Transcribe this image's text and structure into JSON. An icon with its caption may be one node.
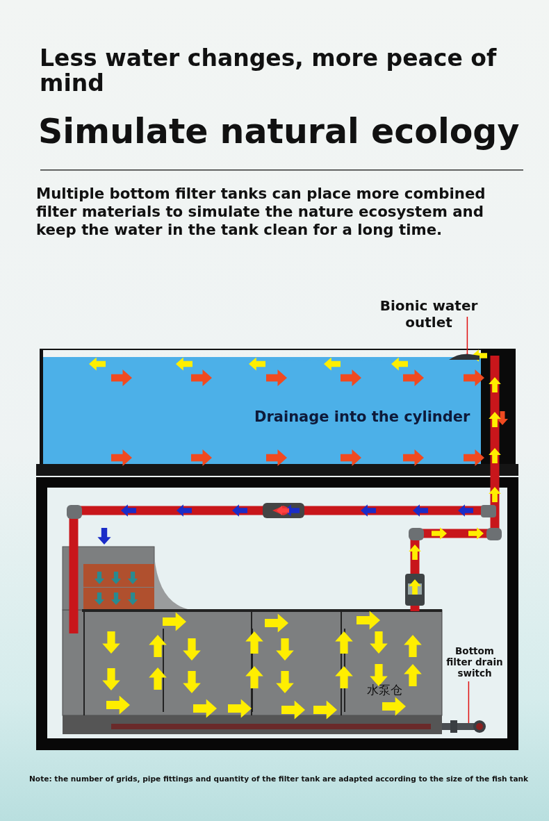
{
  "diagram": {
    "title": "Simulate natural ecology",
    "caption": "Note: the number of grids, pipe fittings and quantity of the filter tank are adapted according to the size of the fish tank",
    "nodes": [
      {
        "text": [
          "Bionic water outlet"
        ]
      },
      {
        "text": [],
        "shape": "picture"
      },
      {
        "text": [
          "Bottom filter drain switch"
        ]
      },
      {
        "text": [],
        "shape": "picture"
      }
    ],
    "edges": [
      {
        "from": 0,
        "to": 1,
        "arrow": "other",
        "color": "#e01010"
      },
      {
        "from": 2,
        "to": 3,
        "arrow": "other",
        "color": "#e01010"
      }
    ],
    "labels": [
      "Less water changes, more peace of mind",
      "Multiple bottom filter tanks can place more combined filter materials to simulate the nature ecosystem and keep the water in the tank clean for a long time.",
      "Drainage into the cylinder",
      "水泵仓"
    ]
  }
}
